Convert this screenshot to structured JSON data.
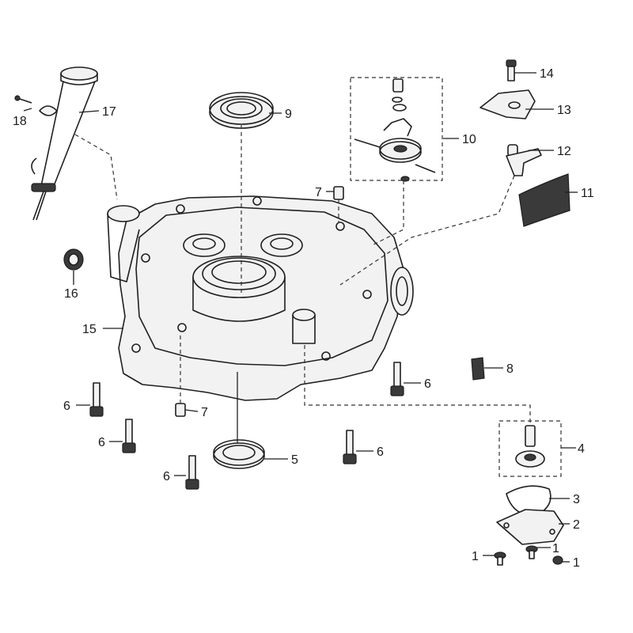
{
  "diagram": {
    "callouts": [
      {
        "id": "c1a",
        "text": "1"
      },
      {
        "id": "c1b",
        "text": "1"
      },
      {
        "id": "c1c",
        "text": "1"
      },
      {
        "id": "c2",
        "text": "2"
      },
      {
        "id": "c3",
        "text": "3"
      },
      {
        "id": "c4",
        "text": "4"
      },
      {
        "id": "c5",
        "text": "5"
      },
      {
        "id": "c6a",
        "text": "6"
      },
      {
        "id": "c6b",
        "text": "6"
      },
      {
        "id": "c6c",
        "text": "6"
      },
      {
        "id": "c6d",
        "text": "6"
      },
      {
        "id": "c6e",
        "text": "6"
      },
      {
        "id": "c7a",
        "text": "7"
      },
      {
        "id": "c7b",
        "text": "7"
      },
      {
        "id": "c8",
        "text": "8"
      },
      {
        "id": "c9",
        "text": "9"
      },
      {
        "id": "c10",
        "text": "10"
      },
      {
        "id": "c11",
        "text": "11"
      },
      {
        "id": "c12",
        "text": "12"
      },
      {
        "id": "c13",
        "text": "13"
      },
      {
        "id": "c14",
        "text": "14"
      },
      {
        "id": "c15",
        "text": "15"
      },
      {
        "id": "c16",
        "text": "16"
      },
      {
        "id": "c17",
        "text": "17"
      },
      {
        "id": "c18",
        "text": "18"
      }
    ]
  }
}
